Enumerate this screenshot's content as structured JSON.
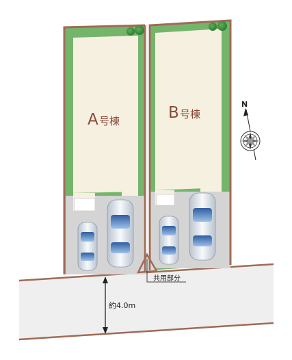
{
  "buildings": [
    {
      "letter": "A",
      "suffix": "号棟"
    },
    {
      "letter": "B",
      "suffix": "号棟"
    }
  ],
  "shared_area_label": "共用部分",
  "road_width_label": "約4.0m",
  "compass_label": "N",
  "colors": {
    "boundary": "#a06a55",
    "garden": "#74b56b",
    "building": "#f6f0e1",
    "parking": "#d4d4d4",
    "road": "#efefef",
    "text_brown": "#8a4a3a"
  },
  "icons": [
    "tree-icon",
    "car-icon",
    "compass-rose-icon",
    "north-arrow-icon"
  ]
}
